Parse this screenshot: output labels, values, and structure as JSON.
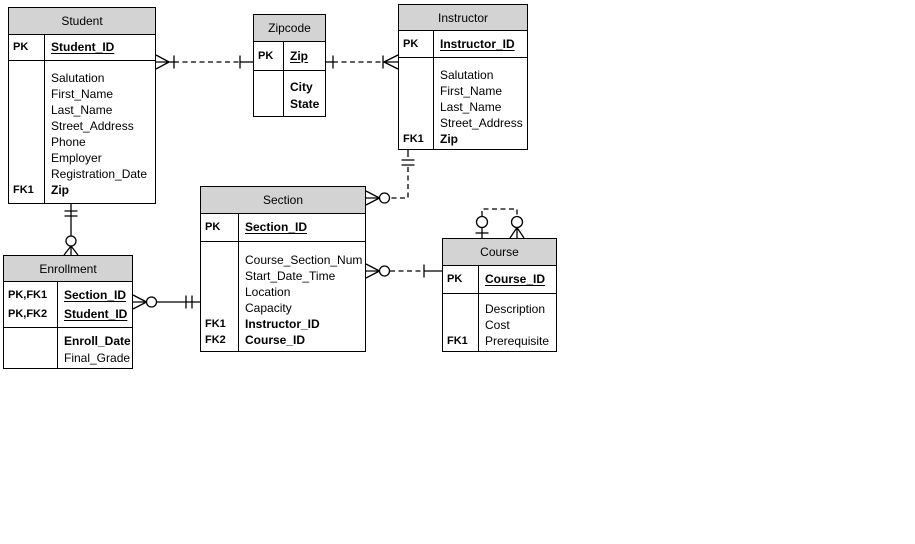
{
  "diagram": {
    "type": "entity-relationship-diagram",
    "notation": "crow's foot",
    "colors": {
      "header_fill": "#d3d3d3",
      "border": "#000000",
      "background": "#ffffff"
    },
    "entities": {
      "student": {
        "name": "Student",
        "pk_rows": [
          {
            "key": "PK",
            "attr": "Student_ID"
          }
        ],
        "rows": [
          {
            "key": "",
            "attr": "Salutation"
          },
          {
            "key": "",
            "attr": "First_Name"
          },
          {
            "key": "",
            "attr": "Last_Name"
          },
          {
            "key": "",
            "attr": "Street_Address"
          },
          {
            "key": "",
            "attr": "Phone"
          },
          {
            "key": "",
            "attr": "Employer"
          },
          {
            "key": "",
            "attr": "Registration_Date"
          },
          {
            "key": "FK1",
            "attr": "Zip"
          }
        ]
      },
      "zipcode": {
        "name": "Zipcode",
        "pk_rows": [
          {
            "key": "PK",
            "attr": "Zip"
          }
        ],
        "rows": [
          {
            "key": "",
            "attr": "City"
          },
          {
            "key": "",
            "attr": "State"
          }
        ]
      },
      "instructor": {
        "name": "Instructor",
        "pk_rows": [
          {
            "key": "PK",
            "attr": "Instructor_ID"
          }
        ],
        "rows": [
          {
            "key": "",
            "attr": "Salutation"
          },
          {
            "key": "",
            "attr": "First_Name"
          },
          {
            "key": "",
            "attr": "Last_Name"
          },
          {
            "key": "",
            "attr": "Street_Address"
          },
          {
            "key": "FK1",
            "attr": "Zip"
          }
        ]
      },
      "section": {
        "name": "Section",
        "pk_rows": [
          {
            "key": "PK",
            "attr": "Section_ID"
          }
        ],
        "rows": [
          {
            "key": "",
            "attr": "Course_Section_Num"
          },
          {
            "key": "",
            "attr": "Start_Date_Time"
          },
          {
            "key": "",
            "attr": "Location"
          },
          {
            "key": "",
            "attr": "Capacity"
          },
          {
            "key": "FK1",
            "attr": "Instructor_ID"
          },
          {
            "key": "FK2",
            "attr": "Course_ID"
          }
        ]
      },
      "enrollment": {
        "name": "Enrollment",
        "pk_rows": [
          {
            "key": "PK,FK1",
            "attr": "Section_ID"
          },
          {
            "key": "PK,FK2",
            "attr": "Student_ID"
          }
        ],
        "rows": [
          {
            "key": "",
            "attr": "Enroll_Date"
          },
          {
            "key": "",
            "attr": "Final_Grade"
          }
        ]
      },
      "course": {
        "name": "Course",
        "pk_rows": [
          {
            "key": "PK",
            "attr": "Course_ID"
          }
        ],
        "rows": [
          {
            "key": "",
            "attr": "Description"
          },
          {
            "key": "",
            "attr": "Cost"
          },
          {
            "key": "FK1",
            "attr": "Prerequisite"
          }
        ]
      }
    },
    "relationships": [
      {
        "from": "Student",
        "to": "Zipcode",
        "from_end": "many (crow's foot + tick)",
        "to_end": "one (tick)",
        "line": "dashed"
      },
      {
        "from": "Zipcode",
        "to": "Instructor",
        "from_end": "one (tick)",
        "to_end": "many (crow's foot + tick)",
        "line": "dashed"
      },
      {
        "from": "Instructor",
        "to": "Section",
        "from_end": "one and only one (double tick)",
        "to_end": "zero or many (circle + crow's foot)",
        "line": "dashed"
      },
      {
        "from": "Student",
        "to": "Enrollment",
        "from_end": "one and only one (double tick)",
        "to_end": "zero or many (circle + crow's foot)",
        "line": "solid"
      },
      {
        "from": "Enrollment",
        "to": "Section",
        "from_end": "zero or many (circle + crow's foot)",
        "to_end": "one and only one (double tick)",
        "line": "solid"
      },
      {
        "from": "Section",
        "to": "Course",
        "from_end": "zero or many (circle + crow's foot)",
        "to_end": "one (tick)",
        "line": "dashed"
      },
      {
        "from": "Course",
        "to": "Course",
        "from_end": "zero or one (circle + tick)",
        "to_end": "zero or many (circle + crow's foot)",
        "line": "dashed",
        "note": "recursive prerequisite relationship"
      }
    ]
  }
}
